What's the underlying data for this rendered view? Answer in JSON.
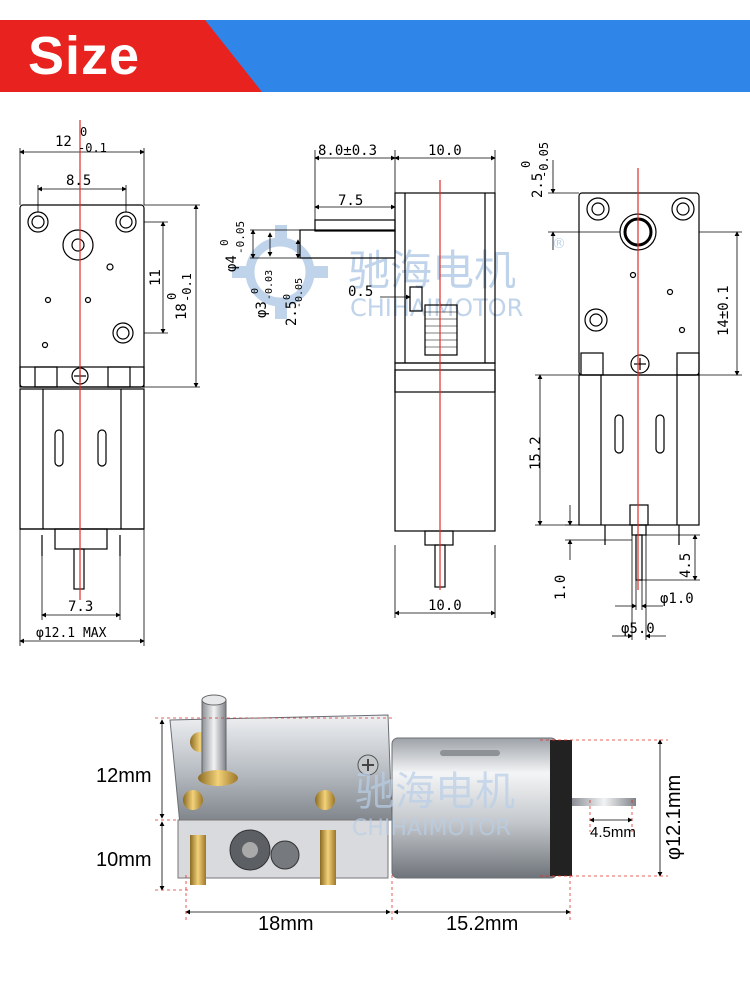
{
  "banner": {
    "title": "Size",
    "color_red": "#e8231f",
    "color_blue": "#2f86e8"
  },
  "watermark": {
    "cn": "驰海电机",
    "en": "CHIHAIMOTOR",
    "reg": "®",
    "color": "#b9cfe8"
  },
  "front_view": {
    "top_width": "12",
    "top_tol_upper": "0",
    "top_tol_lower": "-0.1",
    "hole_spacing": "8.5",
    "side_11": "11",
    "side_18": "18",
    "side_18_tol_upper": "0",
    "side_18_tol_lower": "-0.1",
    "shaft_7_3": "7.3",
    "diameter_max": "φ12.1 MAX"
  },
  "side_view": {
    "dim_8": "8.0±0.3",
    "dim_10_top": "10.0",
    "dim_7_5": "7.5",
    "dim_phi4": "φ4",
    "dim_phi4_tol_upper": "0",
    "dim_phi4_tol_lower": "-0.05",
    "dim_phi3": "φ3",
    "dim_phi3_tol_upper": "0",
    "dim_phi3_tol_lower": "-0.03",
    "dim_2_5": "2.5",
    "dim_2_5_tol_upper": "0",
    "dim_2_5_tol_lower": "-0.05",
    "dim_0_5": "0.5",
    "dim_10_bottom": "10.0"
  },
  "back_view": {
    "dim_2_5": "2.5",
    "dim_2_5_tol_upper": "0",
    "dim_2_5_tol_lower": "-0.05",
    "dim_14": "14±0.1",
    "dim_15_2": "15.2",
    "dim_4_5": "4.5",
    "dim_1_0_left": "1.0",
    "dim_phi1": "φ1.0",
    "dim_phi5": "φ5.0"
  },
  "photo_dims": {
    "left_top": "12mm",
    "left_bottom": "10mm",
    "bottom_left": "18mm",
    "bottom_right": "15.2mm",
    "shaft": "4.5mm",
    "diameter": "φ12.1mm"
  },
  "centerline_color": "#e0302a",
  "dim_color": "#000000"
}
